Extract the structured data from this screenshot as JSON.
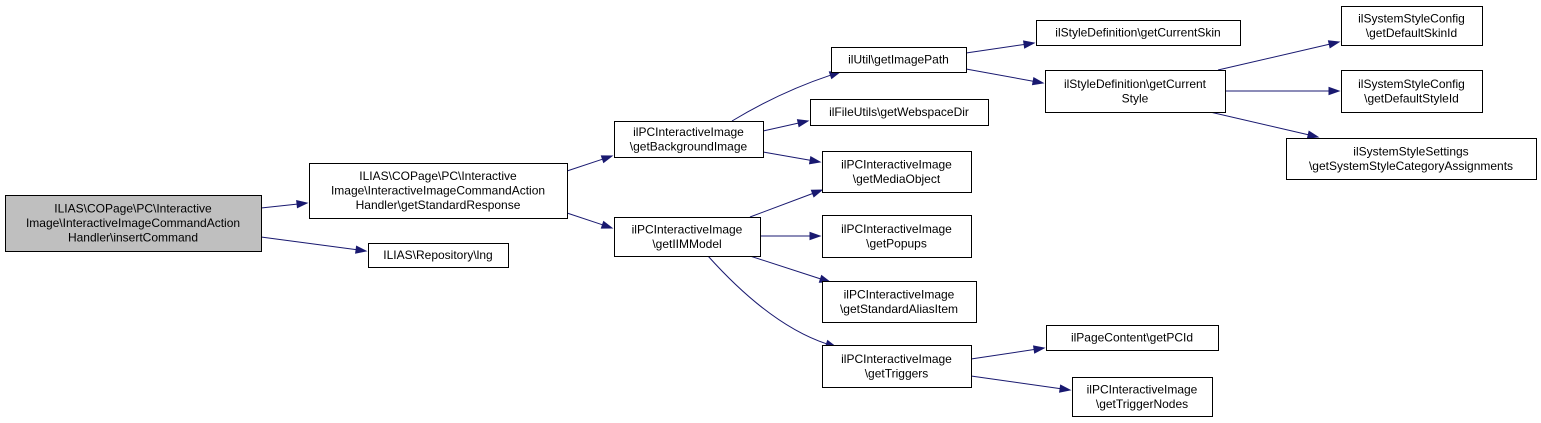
{
  "diagram": {
    "type": "call-graph",
    "colors": {
      "focus_fill": "#bfbfbf",
      "node_fill": "#ffffff",
      "edge": "#191970",
      "border": "#000000"
    },
    "nodes": [
      {
        "id": "n0",
        "focus": true,
        "lines": [
          "ILIAS\\COPage\\PC\\Interactive",
          "Image\\InteractiveImageCommandAction",
          "Handler\\insertCommand"
        ]
      },
      {
        "id": "n1",
        "lines": [
          "ILIAS\\COPage\\PC\\Interactive",
          "Image\\InteractiveImageCommandAction",
          "Handler\\getStandardResponse"
        ]
      },
      {
        "id": "n2",
        "lines": [
          "ILIAS\\Repository\\lng"
        ]
      },
      {
        "id": "n3",
        "lines": [
          "ilPCInteractiveImage",
          "\\getBackgroundImage"
        ]
      },
      {
        "id": "n4",
        "lines": [
          "ilPCInteractiveImage",
          "\\getIIMModel"
        ]
      },
      {
        "id": "n5",
        "lines": [
          "ilUtil\\getImagePath"
        ]
      },
      {
        "id": "n6",
        "lines": [
          "ilFileUtils\\getWebspaceDir"
        ]
      },
      {
        "id": "n7",
        "lines": [
          "ilPCInteractiveImage",
          "\\getMediaObject"
        ]
      },
      {
        "id": "n8",
        "lines": [
          "ilPCInteractiveImage",
          "\\getPopups"
        ]
      },
      {
        "id": "n9",
        "lines": [
          "ilPCInteractiveImage",
          "\\getStandardAliasItem"
        ]
      },
      {
        "id": "n10",
        "lines": [
          "ilPCInteractiveImage",
          "\\getTriggers"
        ]
      },
      {
        "id": "n11",
        "lines": [
          "ilStyleDefinition\\getCurrentSkin"
        ]
      },
      {
        "id": "n12",
        "lines": [
          "ilStyleDefinition\\getCurrent",
          "Style"
        ]
      },
      {
        "id": "n13",
        "lines": [
          "ilPageContent\\getPCId"
        ]
      },
      {
        "id": "n14",
        "lines": [
          "ilPCInteractiveImage",
          "\\getTriggerNodes"
        ]
      },
      {
        "id": "n15",
        "lines": [
          "ilSystemStyleConfig",
          "\\getDefaultSkinId"
        ]
      },
      {
        "id": "n16",
        "lines": [
          "ilSystemStyleConfig",
          "\\getDefaultStyleId"
        ]
      },
      {
        "id": "n17",
        "lines": [
          "ilSystemStyleSettings",
          "\\getSystemStyleCategoryAssignments"
        ]
      }
    ],
    "edges": [
      {
        "from": "n0",
        "to": "n1"
      },
      {
        "from": "n0",
        "to": "n2"
      },
      {
        "from": "n1",
        "to": "n3"
      },
      {
        "from": "n1",
        "to": "n4"
      },
      {
        "from": "n3",
        "to": "n5"
      },
      {
        "from": "n3",
        "to": "n6"
      },
      {
        "from": "n3",
        "to": "n7"
      },
      {
        "from": "n4",
        "to": "n7"
      },
      {
        "from": "n4",
        "to": "n8"
      },
      {
        "from": "n4",
        "to": "n9"
      },
      {
        "from": "n4",
        "to": "n10"
      },
      {
        "from": "n5",
        "to": "n11"
      },
      {
        "from": "n5",
        "to": "n12"
      },
      {
        "from": "n10",
        "to": "n13"
      },
      {
        "from": "n10",
        "to": "n14"
      },
      {
        "from": "n12",
        "to": "n15"
      },
      {
        "from": "n12",
        "to": "n16"
      },
      {
        "from": "n12",
        "to": "n17"
      }
    ]
  }
}
